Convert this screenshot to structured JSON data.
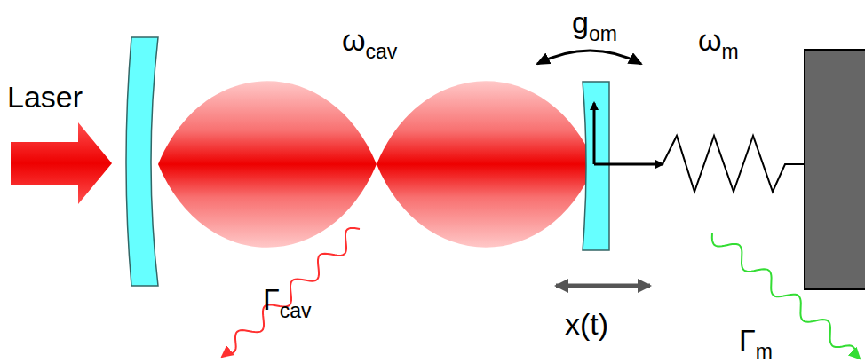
{
  "diagram": {
    "labels": [
      "Laser",
      "ωcav",
      "gom",
      "ωm",
      "Γcav",
      "x(t)",
      "Γm"
    ]
  }
}
